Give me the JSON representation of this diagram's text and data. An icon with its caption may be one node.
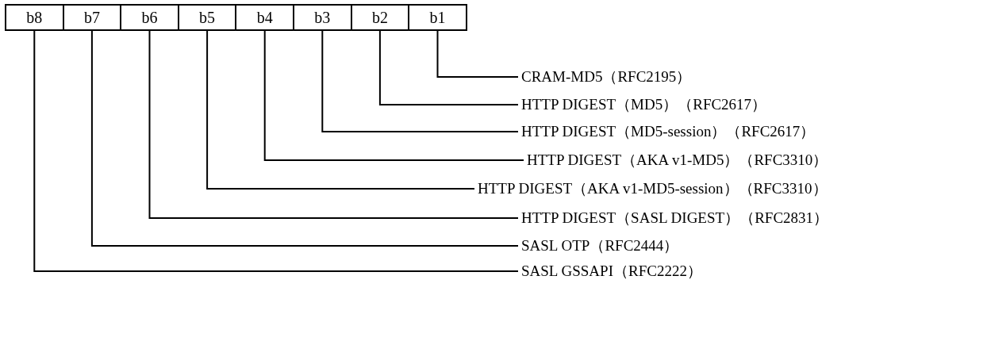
{
  "diagram": {
    "nodes": [
      {
        "text": [
          "b8"
        ]
      },
      {
        "text": [
          "b7"
        ]
      },
      {
        "text": [
          "b6"
        ]
      },
      {
        "text": [
          "b5"
        ]
      },
      {
        "text": [
          "b4"
        ]
      },
      {
        "text": [
          "b3"
        ]
      },
      {
        "text": [
          "b2"
        ]
      },
      {
        "text": [
          "b1"
        ]
      },
      {
        "text": [
          "CRAM-MD5（RFC2195）"
        ]
      },
      {
        "text": [
          "HTTP DIGEST（MD5）（RFC2617）"
        ]
      },
      {
        "text": [
          "HTTP DIGEST（MD5-session）（RFC2617）"
        ]
      },
      {
        "text": [
          "HTTP DIGEST（AKA v1-MD5）（RFC3310）"
        ]
      },
      {
        "text": [
          "HTTP DIGEST（AKA v1-MD5-session）（RFC3310）"
        ]
      },
      {
        "text": [
          "HTTP DIGEST（SASL DIGEST）（RFC2831）"
        ]
      },
      {
        "text": [
          "SASL OTP（RFC2444）"
        ]
      },
      {
        "text": [
          "SASL GSSAPI（RFC2222）"
        ]
      }
    ],
    "edges": [
      {
        "from": 7,
        "to": 8,
        "arrow": "none"
      },
      {
        "from": 6,
        "to": 9,
        "arrow": "none"
      },
      {
        "from": 5,
        "to": 10,
        "arrow": "none"
      },
      {
        "from": 4,
        "to": 11,
        "arrow": "none"
      },
      {
        "from": 3,
        "to": 12,
        "arrow": "none"
      },
      {
        "from": 2,
        "to": 13,
        "arrow": "none"
      },
      {
        "from": 1,
        "to": 14,
        "arrow": "none"
      },
      {
        "from": 0,
        "to": 15,
        "arrow": "none"
      }
    ]
  }
}
